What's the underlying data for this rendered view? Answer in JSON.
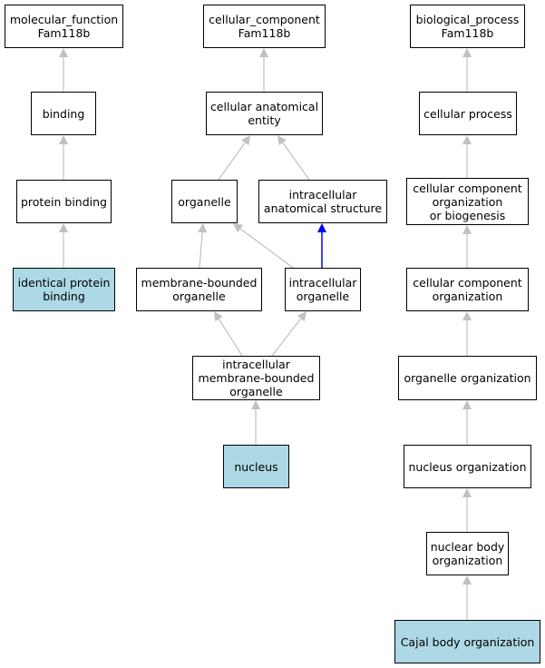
{
  "nodes": {
    "mf_root": [
      "molecular_function",
      "Fam118b"
    ],
    "binding": [
      "binding"
    ],
    "protein_binding": [
      "protein binding"
    ],
    "identical_protein_binding": [
      "identical protein",
      "binding"
    ],
    "cc_root": [
      "cellular_component",
      "Fam118b"
    ],
    "cellular_anatomical_entity": [
      "cellular anatomical",
      "entity"
    ],
    "organelle": [
      "organelle"
    ],
    "intracellular_anatomical_structure": [
      "intracellular",
      "anatomical structure"
    ],
    "membrane_bounded_organelle": [
      "membrane-bounded",
      "organelle"
    ],
    "intracellular_organelle": [
      "intracellular",
      "organelle"
    ],
    "intracellular_membrane_bounded_organelle": [
      "intracellular",
      "membrane-bounded",
      "organelle"
    ],
    "nucleus": [
      "nucleus"
    ],
    "bp_root": [
      "biological_process",
      "Fam118b"
    ],
    "cellular_process": [
      "cellular process"
    ],
    "ccob": [
      "cellular component",
      "organization",
      "or biogenesis"
    ],
    "cellular_component_organization": [
      "cellular component",
      "organization"
    ],
    "organelle_organization": [
      "organelle organization"
    ],
    "nucleus_organization": [
      "nucleus organization"
    ],
    "nuclear_body_organization": [
      "nuclear body",
      "organization"
    ],
    "cajal_body_organization": [
      "Cajal body organization"
    ]
  },
  "highlighted": [
    "identical_protein_binding",
    "nucleus",
    "cajal_body_organization"
  ],
  "edges": [
    {
      "from": "binding",
      "to": "mf_root",
      "color": "#c0c0c0"
    },
    {
      "from": "protein_binding",
      "to": "binding",
      "color": "#c0c0c0"
    },
    {
      "from": "identical_protein_binding",
      "to": "protein_binding",
      "color": "#c0c0c0"
    },
    {
      "from": "cellular_anatomical_entity",
      "to": "cc_root",
      "color": "#c0c0c0"
    },
    {
      "from": "organelle",
      "to": "cellular_anatomical_entity",
      "color": "#c0c0c0"
    },
    {
      "from": "intracellular_anatomical_structure",
      "to": "cellular_anatomical_entity",
      "color": "#c0c0c0"
    },
    {
      "from": "membrane_bounded_organelle",
      "to": "organelle",
      "color": "#c0c0c0"
    },
    {
      "from": "intracellular_organelle",
      "to": "organelle",
      "color": "#c0c0c0"
    },
    {
      "from": "intracellular_organelle",
      "to": "intracellular_anatomical_structure",
      "color": "#0000ff"
    },
    {
      "from": "intracellular_membrane_bounded_organelle",
      "to": "membrane_bounded_organelle",
      "color": "#c0c0c0"
    },
    {
      "from": "intracellular_membrane_bounded_organelle",
      "to": "intracellular_organelle",
      "color": "#c0c0c0"
    },
    {
      "from": "nucleus",
      "to": "intracellular_membrane_bounded_organelle",
      "color": "#c0c0c0"
    },
    {
      "from": "cellular_process",
      "to": "bp_root",
      "color": "#c0c0c0"
    },
    {
      "from": "ccob",
      "to": "cellular_process",
      "color": "#c0c0c0"
    },
    {
      "from": "cellular_component_organization",
      "to": "ccob",
      "color": "#c0c0c0"
    },
    {
      "from": "organelle_organization",
      "to": "cellular_component_organization",
      "color": "#c0c0c0"
    },
    {
      "from": "nucleus_organization",
      "to": "organelle_organization",
      "color": "#c0c0c0"
    },
    {
      "from": "nuclear_body_organization",
      "to": "nucleus_organization",
      "color": "#c0c0c0"
    },
    {
      "from": "cajal_body_organization",
      "to": "nuclear_body_organization",
      "color": "#c0c0c0"
    }
  ]
}
